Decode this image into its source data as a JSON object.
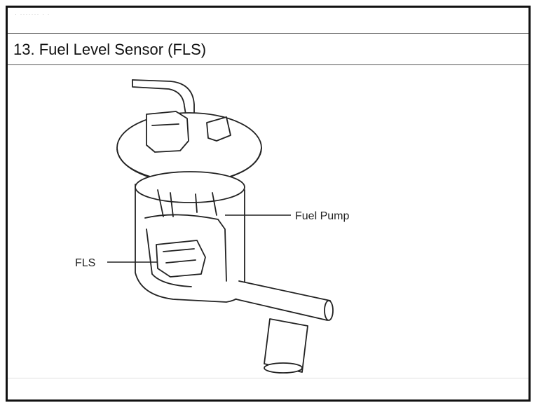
{
  "header": {
    "faint_text": "· ·······  ·  ·",
    "title": "13. Fuel Level Sensor (FLS)"
  },
  "diagram": {
    "labels": {
      "fuel_pump": "Fuel Pump",
      "fls": "FLS"
    }
  }
}
